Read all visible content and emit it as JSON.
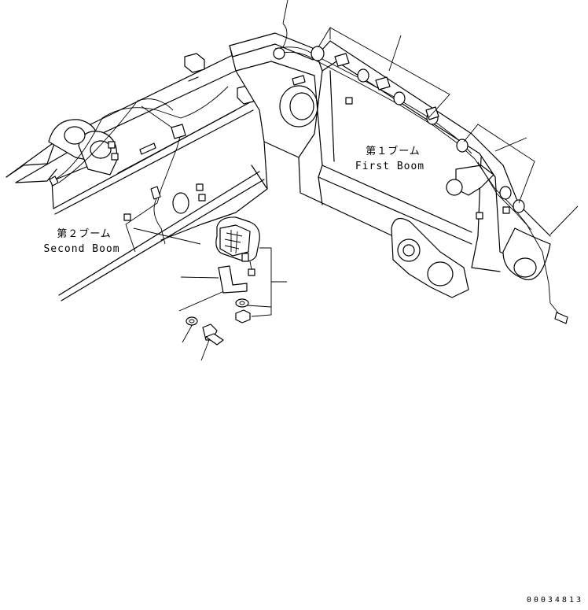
{
  "labels": {
    "first_boom_jp": "第１ブーム",
    "first_boom_en": "First Boom",
    "second_boom_jp": "第２ブーム",
    "second_boom_en": "Second Boom"
  },
  "drawing_number": "00034813"
}
